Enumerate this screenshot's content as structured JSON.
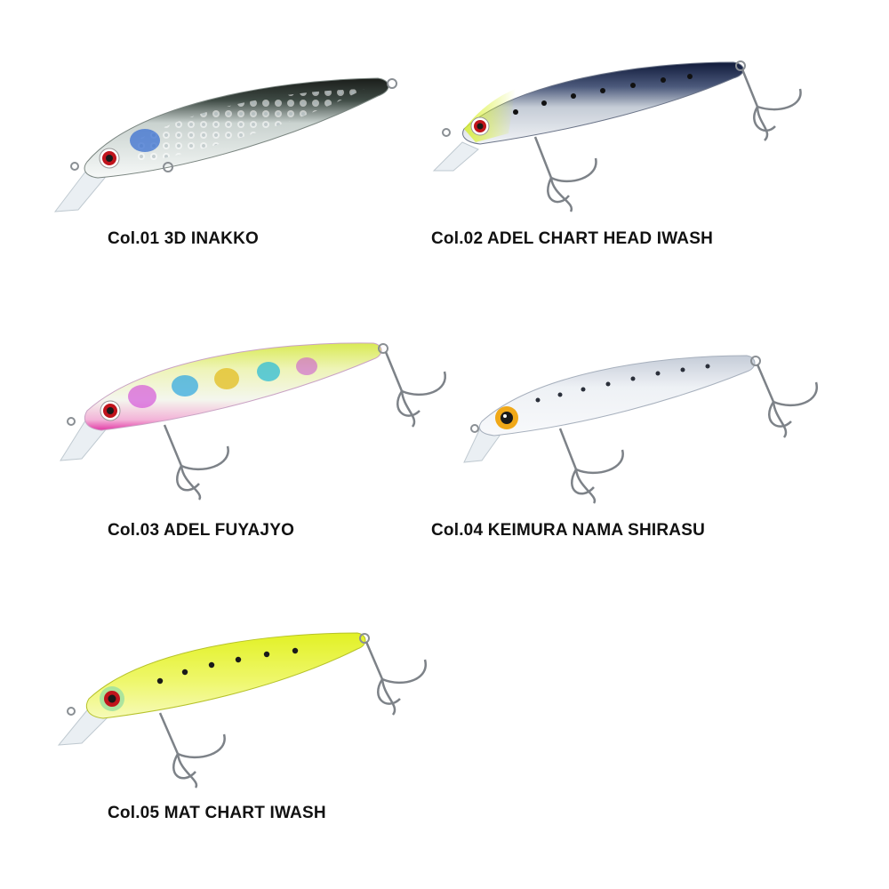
{
  "lures": [
    {
      "caption": "Col.01 3D INAKKO",
      "colors": {
        "back": "#1a1d1a",
        "body": "#c9d2cf",
        "belly": "#eef1ef",
        "accent": "#3a6fd0",
        "eye": "#c0141c",
        "pattern": "holo-scale"
      }
    },
    {
      "caption": "Col.02 ADEL CHART HEAD IWASH",
      "colors": {
        "back": "#101a3a",
        "body": "#c5ccd6",
        "belly": "#f1f3f6",
        "accent": "#d8f02a",
        "eye": "#c0141c",
        "pattern": "dots"
      }
    },
    {
      "caption": "Col.03 ADEL FUYAJYO",
      "colors": {
        "back": "#e4ee7a",
        "body": "#f4f6e6",
        "belly": "#f3b3d8",
        "accent": "#e23aa6",
        "eye": "#c0141c",
        "pattern": "glow-spots"
      }
    },
    {
      "caption": "Col.04 KEIMURA NAMA SHIRASU",
      "colors": {
        "back": "#d9dee6",
        "body": "#eef1f5",
        "belly": "#f8f9fb",
        "accent": "#f0a818",
        "eye": "#1a1a1a",
        "pattern": "dots"
      }
    },
    {
      "caption": "Col.05 MAT CHART IWASH",
      "colors": {
        "back": "#e8f52c",
        "body": "#eef76a",
        "belly": "#f4f9b0",
        "accent": "#9fe0a0",
        "eye": "#c0141c",
        "pattern": "dots"
      }
    }
  ]
}
